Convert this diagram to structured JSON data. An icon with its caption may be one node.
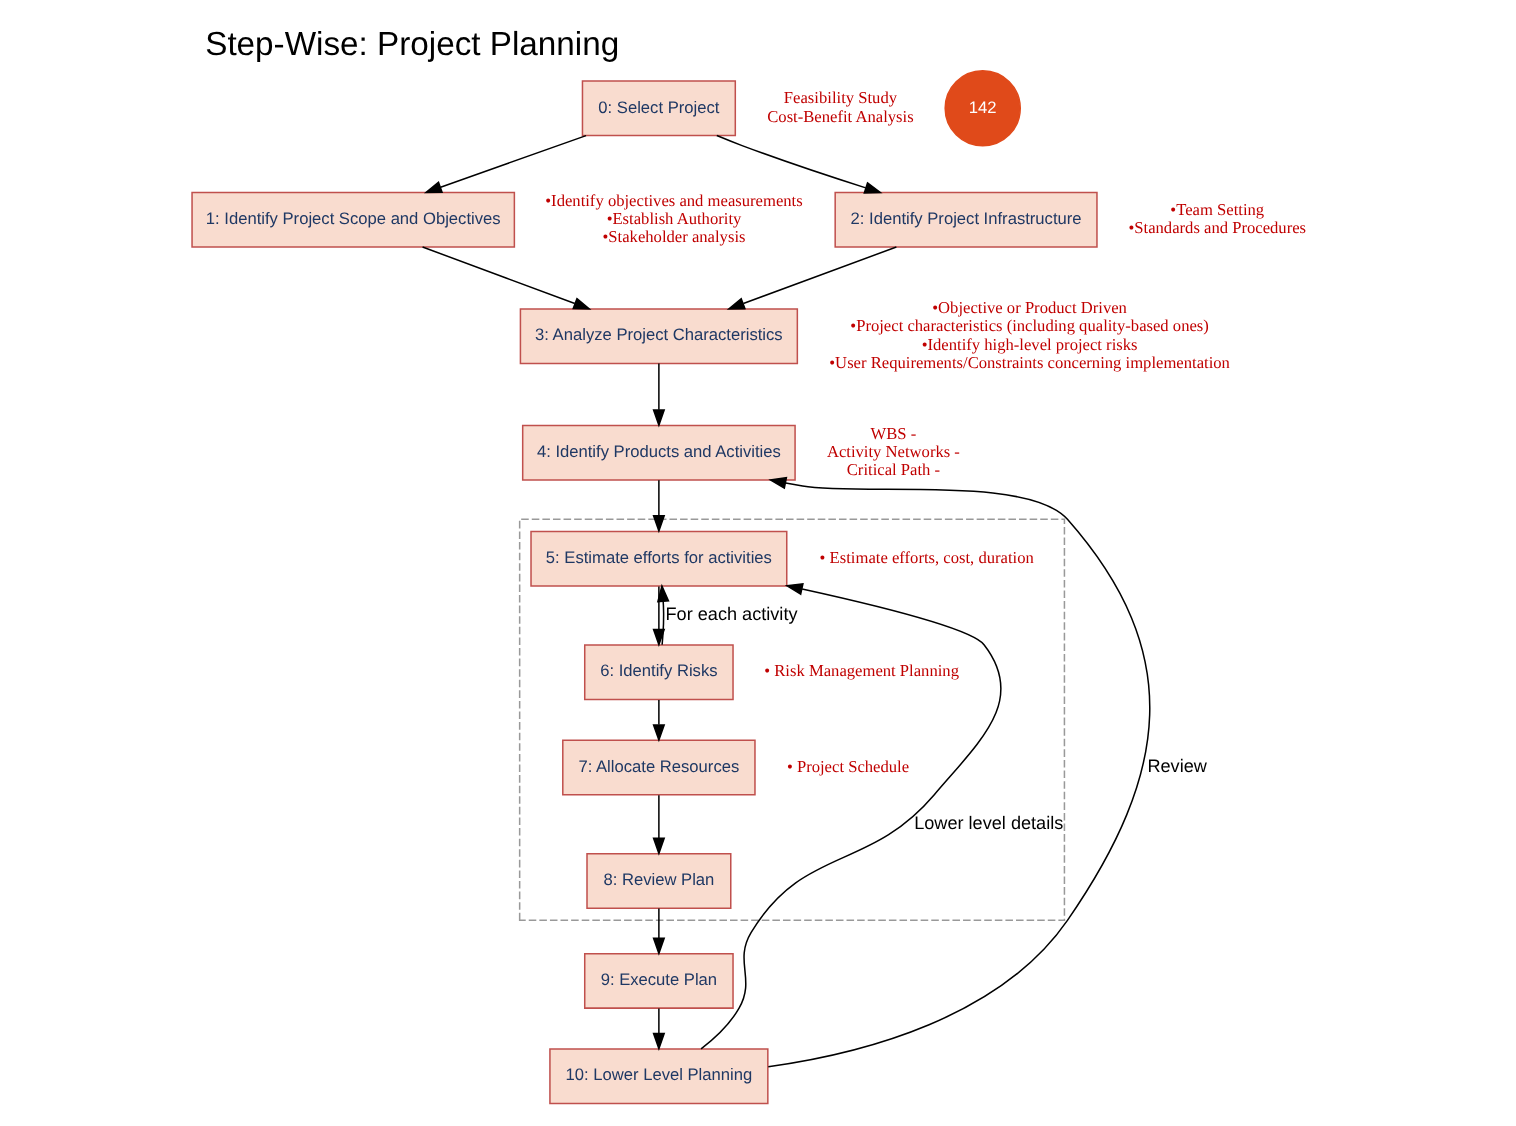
{
  "diagram": {
    "title": "Step-Wise: Project Planning",
    "nodes": [
      {
        "text": [
          "0: Select Project"
        ],
        "beside": [
          "Feasibility Study",
          "Cost-Benefit Analysis"
        ]
      },
      {
        "text": [
          "1: Identify Project Scope and Objectives"
        ],
        "beside": [
          "•Identify objectives and measurements",
          "•Establish Authority",
          "•Stakeholder analysis"
        ]
      },
      {
        "text": [
          "2: Identify Project Infrastructure"
        ],
        "beside": [
          "•Team Setting",
          "•Standards and Procedures"
        ]
      },
      {
        "text": [
          "3: Analyze Project Characteristics"
        ],
        "beside": [
          "•Objective or Product Driven",
          "•Project characteristics (including quality-based ones)",
          "•Identify high-level project risks",
          "•User Requirements/Constraints concerning implementation"
        ]
      },
      {
        "text": [
          "4: Identify Products and Activities"
        ],
        "beside": [
          "WBS -",
          "Activity Networks -",
          "Critical Path -"
        ]
      },
      {
        "text": [],
        "shape": "box"
      },
      {
        "text": [
          "5: Estimate efforts for activities"
        ],
        "in": 5,
        "beside": [
          "• Estimate efforts, cost, duration"
        ]
      },
      {
        "text": [
          "6: Identify Risks"
        ],
        "in": 5,
        "beside": [
          "• Risk Management Planning"
        ]
      },
      {
        "text": [
          "7: Allocate Resources"
        ],
        "in": 5,
        "beside": [
          "• Project Schedule"
        ]
      },
      {
        "text": [
          "8: Review Plan"
        ],
        "in": 5
      },
      {
        "text": [
          "9: Execute Plan"
        ]
      },
      {
        "text": [
          "10: Lower Level Planning"
        ]
      }
    ],
    "edges": [
      {
        "from": 0,
        "to": 1,
        "arrow": "to"
      },
      {
        "from": 0,
        "to": 2,
        "arrow": "to"
      },
      {
        "from": 1,
        "to": 3,
        "arrow": "to"
      },
      {
        "from": 2,
        "to": 3,
        "arrow": "to"
      },
      {
        "from": 3,
        "to": 4,
        "arrow": "to"
      },
      {
        "from": 4,
        "to": 6,
        "arrow": "to"
      },
      {
        "from": 6,
        "to": 7,
        "arrow": "to"
      },
      {
        "from": 7,
        "to": 6,
        "arrow": "to",
        "label": "For each activity"
      },
      {
        "from": 7,
        "to": 8,
        "arrow": "to"
      },
      {
        "from": 8,
        "to": 9,
        "arrow": "to"
      },
      {
        "from": 9,
        "to": 10,
        "arrow": "to"
      },
      {
        "from": 10,
        "to": 11,
        "arrow": "to"
      },
      {
        "from": 11,
        "to": 4,
        "arrow": "to",
        "label": "Review"
      },
      {
        "from": 11,
        "to": 6,
        "arrow": "to",
        "label": "Lower level details"
      }
    ],
    "labels": [
      "142"
    ]
  }
}
